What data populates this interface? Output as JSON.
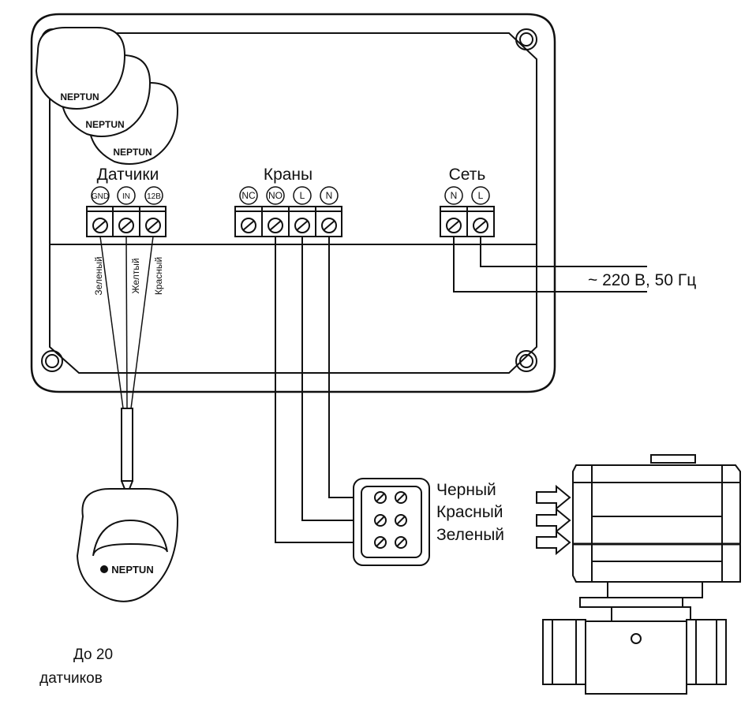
{
  "groups": {
    "sensors": {
      "title": "Датчики",
      "pins": [
        "GND",
        "IN",
        "12В"
      ]
    },
    "valves": {
      "title": "Краны",
      "pins": [
        "NC",
        "NO",
        "L",
        "N"
      ]
    },
    "mains": {
      "title": "Сеть",
      "pins": [
        "N",
        "L"
      ]
    }
  },
  "sensor_wires": [
    "Зеленый",
    "Желтый",
    "Красный"
  ],
  "mains_label": "~ 220 В, 50 Гц",
  "valve_wires": [
    "Черный",
    "Красный",
    "Зеленый"
  ],
  "sensor_brand": "NEPTUN",
  "sensor_note": {
    "line1": "До 20",
    "line2": "датчиков"
  }
}
